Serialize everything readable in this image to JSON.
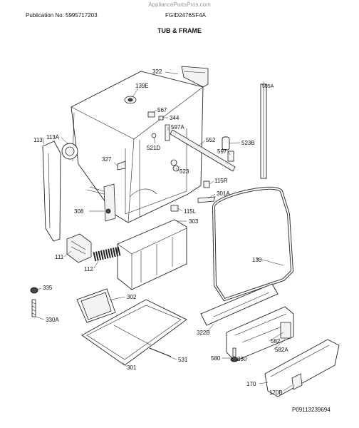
{
  "watermark": "AppliancePartsPros.com",
  "publication": "Publication No: 5995717203",
  "model": "FGID2476SF4A",
  "section_title": "TUB & FRAME",
  "figure_id": "P09113239694",
  "callouts": {
    "c322": "322",
    "c505A": "505A",
    "c139E": "139E",
    "c567": "567",
    "c344": "344",
    "c597A": "597A",
    "c552": "552",
    "c523B": "523B",
    "c113": "113",
    "c113A": "113A",
    "c521D": "521D",
    "c597": "597",
    "c327": "327",
    "c523": "523",
    "c115R": "115R",
    "c301A": "301A",
    "c308": "308",
    "c115L": "115L",
    "c303": "303",
    "c111": "111",
    "c112": "112",
    "c130": "130",
    "c335": "335",
    "c302": "302",
    "c330A": "330A",
    "c322B": "322B",
    "c582": "582",
    "c582A": "582A",
    "c580": "580",
    "c330": "330",
    "c531": "531",
    "c301": "301",
    "c170": "170",
    "c170B": "170B"
  }
}
